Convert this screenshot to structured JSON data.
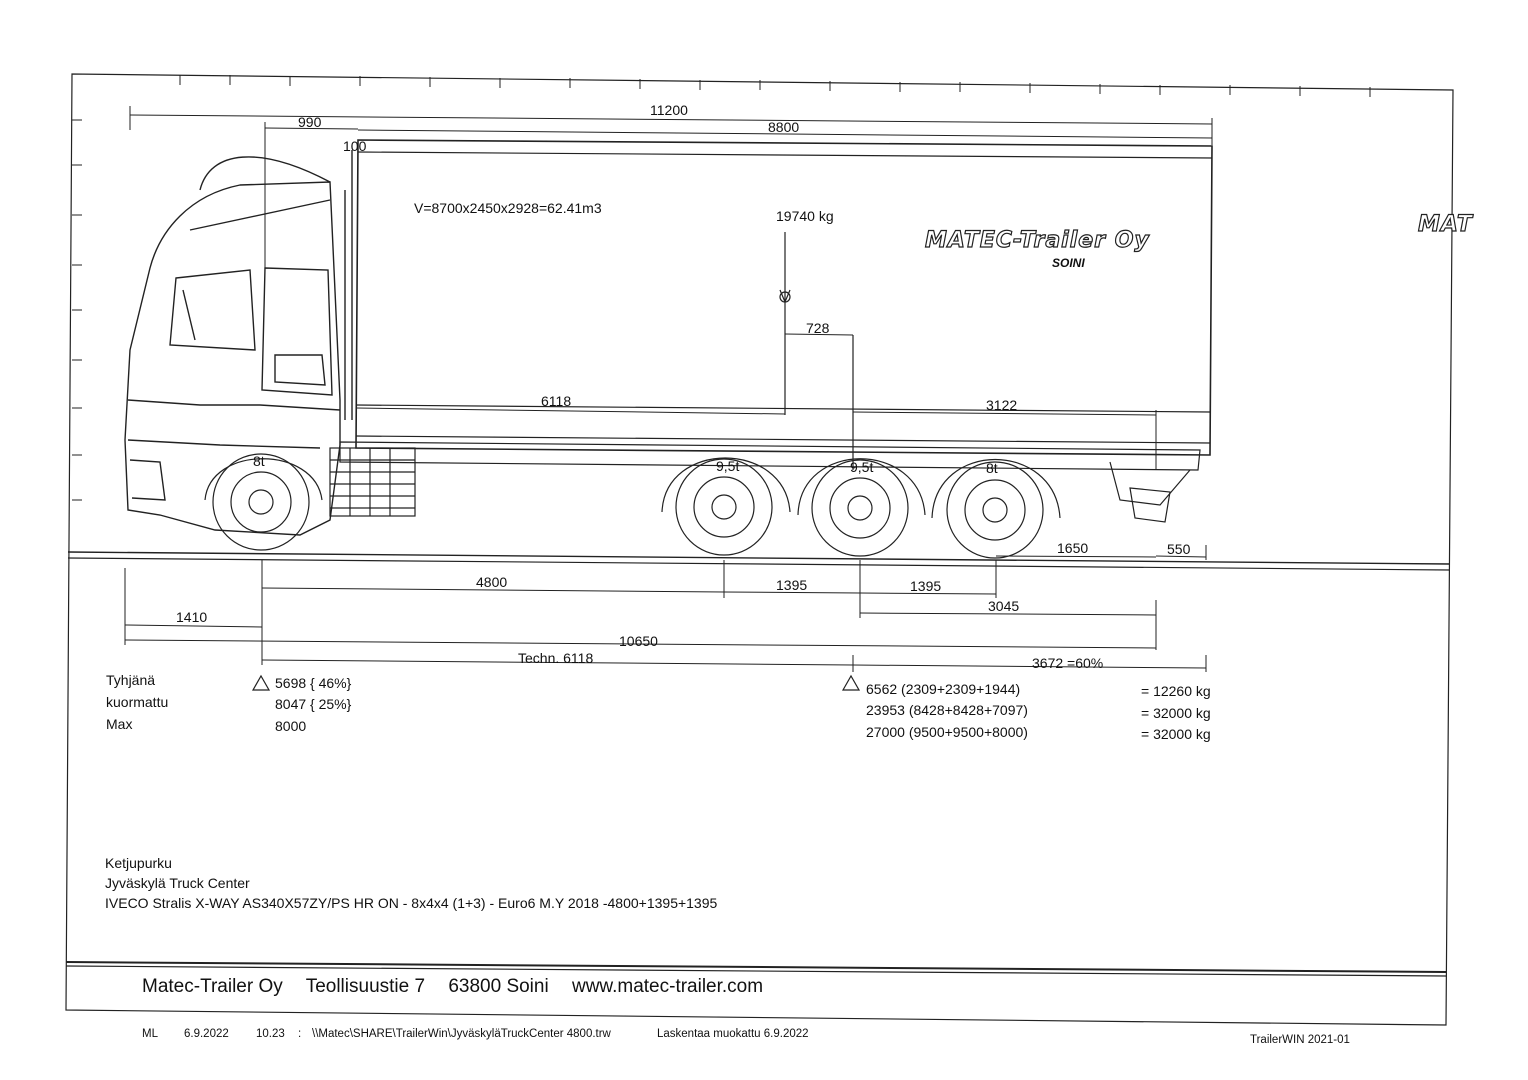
{
  "dims": {
    "overall_length": "11200",
    "body_length": "8800",
    "cab_to_body": "990",
    "gap": "100",
    "payload_cog_offset": "728",
    "front_to_cog": "6118",
    "cog_to_rear": "3122",
    "wheelbase_main": "4800",
    "axle_spacing_1": "1395",
    "axle_spacing_2": "1395",
    "rear_axle_to_end": "3045",
    "front_overhang": "1410",
    "chassis_length": "10650",
    "techn": "Techn. 6118",
    "rear_pct": "3672 =60%",
    "rear_1650": "1650",
    "rear_550": "550"
  },
  "volume_text": "V=8700x2450x2928=62.41m3",
  "payload_text": "19740 kg",
  "axle_loads": [
    "8t",
    "9,5t",
    "9,5t",
    "8t"
  ],
  "load_table": {
    "row_labels": [
      "Tyhjänä",
      "kuormattu",
      "Max"
    ],
    "front": [
      "5698 { 46%}",
      "8047 { 25%}",
      "8000"
    ],
    "rear": [
      "6562 (2309+2309+1944)",
      "23953 (8428+8428+7097)",
      "27000 (9500+9500+8000)"
    ],
    "totals": [
      "= 12260 kg",
      "= 32000 kg",
      "= 32000 kg"
    ]
  },
  "notes": [
    "Ketjupurku",
    "Jyväskylä Truck Center",
    "IVECO Stralis X-WAY AS340X57ZY/PS HR ON - 8x4x4 (1+3) - Euro6 M.Y 2018  -4800+1395+1395"
  ],
  "logo": {
    "main": "MATEC-Trailer Oy",
    "sub": "SOINI",
    "partial": "MAT"
  },
  "footer": {
    "company": "Matec-Trailer Oy",
    "street": "Teollisuustie 7",
    "city": "63800 Soini",
    "web": "www.matec-trailer.com"
  },
  "meta": {
    "initials": "ML",
    "date": "6.9.2022",
    "time": "10.23",
    "sep": ":",
    "path": "\\\\Matec\\SHARE\\TrailerWin\\JyväskyläTruckCenter 4800.trw",
    "modified": "Laskentaa muokattu  6.9.2022",
    "software": "TrailerWIN 2021-01"
  },
  "colors": {
    "line": "#222222",
    "paper": "#ffffff"
  }
}
